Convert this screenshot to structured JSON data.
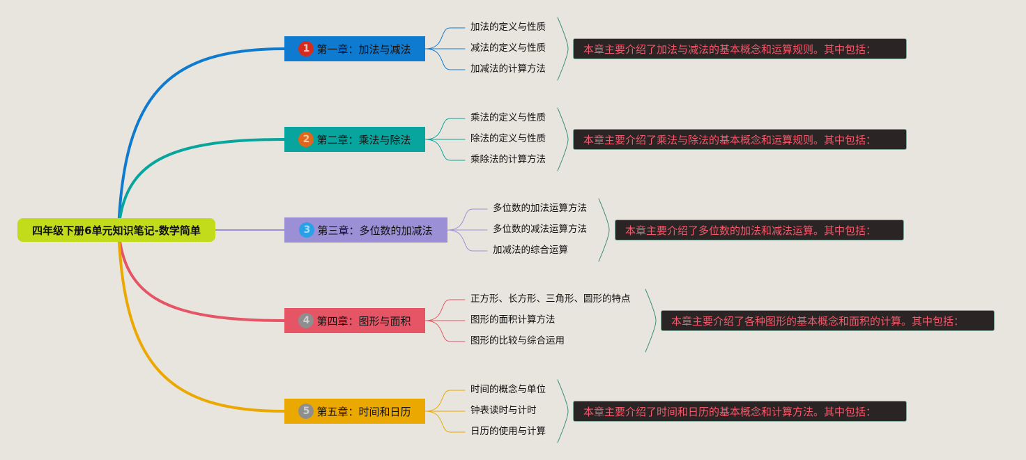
{
  "root": {
    "label": "四年级下册6单元知识笔记-数学简单"
  },
  "chapters": [
    {
      "badge": "1",
      "title": "第一章：加法与减法",
      "color": "#0f7bd0",
      "badge_color": "#d62b1f",
      "badge_text_color": "#f5c4c0",
      "topics": [
        "加法的定义与性质",
        "减法的定义与性质",
        "加减法的计算方法"
      ],
      "summary": "本章主要介绍了加法与减法的基本概念和运算规则。其中包括："
    },
    {
      "badge": "2",
      "title": "第二章：乘法与除法",
      "color": "#08a59e",
      "badge_color": "#e0661c",
      "badge_text_color": "#f7c79f",
      "topics": [
        "乘法的定义与性质",
        "除法的定义与性质",
        "乘除法的计算方法"
      ],
      "summary": "本章主要介绍了乘法与除法的基本概念和运算规则。其中包括："
    },
    {
      "badge": "3",
      "title": "第三章：多位数的加减法",
      "color": "#9b8fd6",
      "badge_color": "#2aa0e6",
      "badge_text_color": "#a8dcf6",
      "topics": [
        "多位数的加法运算方法",
        "多位数的减法运算方法",
        "加减法的综合运算"
      ],
      "summary": "本章主要介绍了多位数的加法和减法运算。其中包括："
    },
    {
      "badge": "4",
      "title": "第四章：图形与面积",
      "color": "#e55566",
      "badge_color": "#8e8e8e",
      "badge_text_color": "#cfcfcf",
      "topics": [
        "正方形、长方形、三角形、圆形的特点",
        "图形的面积计算方法",
        "图形的比较与综合运用"
      ],
      "summary": "本章主要介绍了各种图形的基本概念和面积的计算。其中包括："
    },
    {
      "badge": "5",
      "title": "第五章：时间和日历",
      "color": "#eba800",
      "badge_color": "#8e8e8e",
      "badge_text_color": "#cfcfcf",
      "topics": [
        "时间的概念与单位",
        "钟表读时与计时",
        "日历的使用与计算"
      ],
      "summary": "本章主要介绍了时间和日历的基本概念和计算方法。其中包括："
    }
  ],
  "colors": {
    "background": "#e8e5de",
    "root": "#c2dc1c",
    "summary_bg": "#2a2424",
    "summary_text": "#f05a6c",
    "summary_border": "#7fa89a",
    "brace": "#3f8f78"
  }
}
